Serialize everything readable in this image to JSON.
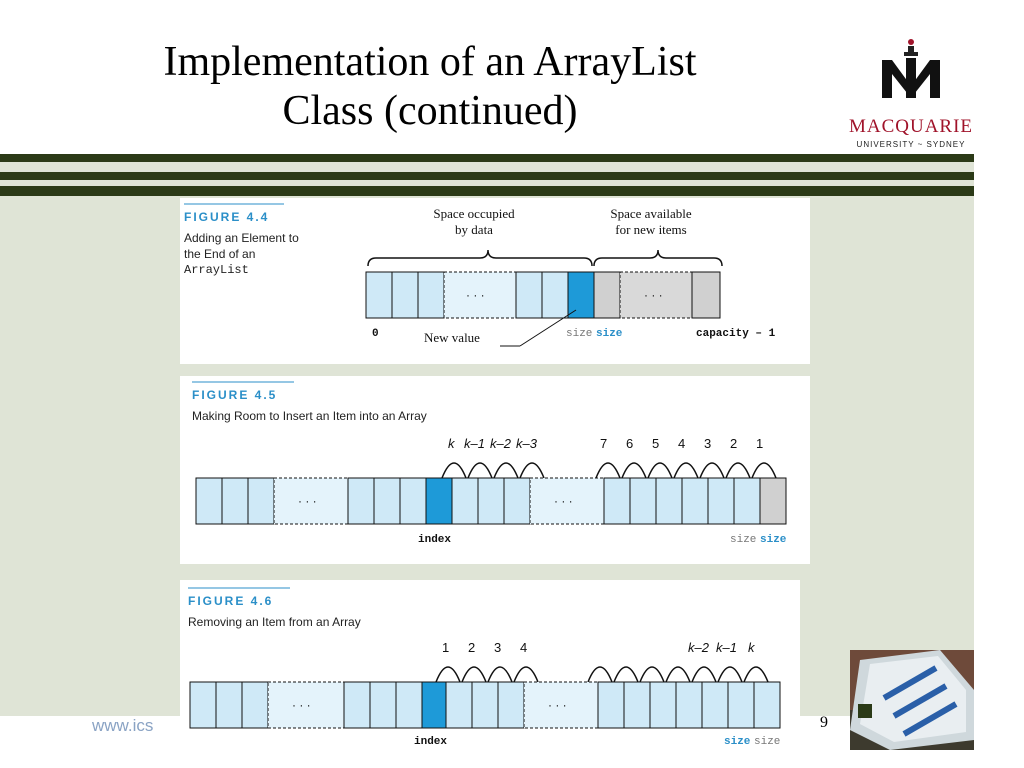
{
  "slide": {
    "title_line1": "Implementation of an ArrayList",
    "title_line2": "Class (continued)",
    "footer_url": "www.ics",
    "page_number": "9"
  },
  "logo": {
    "name": "MACQUARIE",
    "sub": "UNIVERSITY ~ SYDNEY"
  },
  "figures": [
    {
      "label": "FIGURE 4.4",
      "caption_lines": [
        "Adding an Element to",
        "the End of an",
        "ArrayList"
      ],
      "top_labels": [
        "Space occupied\nby data",
        "Space available\nfor new items"
      ],
      "top_label_line1": [
        "Space occupied",
        "Space available"
      ],
      "top_label_line2": [
        "by data",
        "for new items"
      ],
      "bottom_labels": {
        "zero": "0",
        "new_value": "New value",
        "size_gray": "size",
        "size_blue": "size",
        "capacity": "capacity – 1"
      },
      "ellipsis": "· · ·"
    },
    {
      "label": "FIGURE 4.5",
      "caption": "Making Room to Insert an Item into an Array",
      "arc_labels_left": [
        "k",
        "k–1",
        "k–2",
        "k–3"
      ],
      "arc_labels_right": [
        "7",
        "6",
        "5",
        "4",
        "3",
        "2",
        "1"
      ],
      "bottom_labels": {
        "index": "index",
        "size_gray": "size",
        "size_blue": "size"
      },
      "ellipsis": "· · ·"
    },
    {
      "label": "FIGURE 4.6",
      "caption": "Removing an Item from an Array",
      "arc_labels_left": [
        "1",
        "2",
        "3",
        "4"
      ],
      "arc_labels_right": [
        "k–2",
        "k–1",
        "k"
      ],
      "bottom_labels": {
        "index": "index",
        "size_blue": "size",
        "size_gray": "size"
      },
      "ellipsis": "· · ·"
    }
  ],
  "colors": {
    "dark_band": "#2b3a17",
    "light_band": "#dfe4d6",
    "cell_fill": "#cfe9f7",
    "highlight": "#1e9ad8",
    "gray_cell": "#d0d0d0",
    "caption_blue": "#2b8fc8"
  }
}
